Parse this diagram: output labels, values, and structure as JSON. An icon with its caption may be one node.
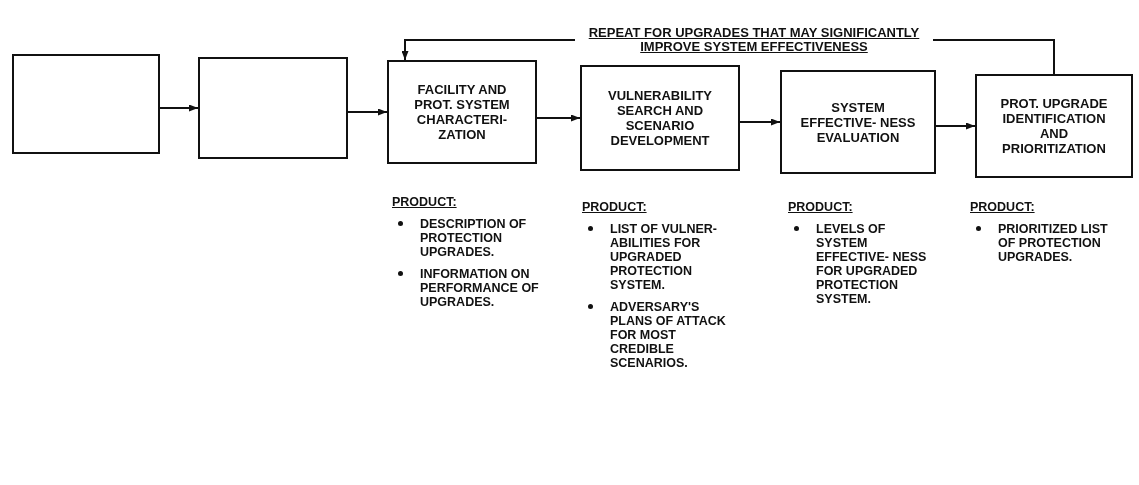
{
  "diagram": {
    "nodes": [
      {
        "text": [],
        "shape": "box"
      },
      {
        "text": [],
        "shape": "box"
      },
      {
        "text": [
          "FACILITY AND PROT. SYSTEM CHARACTERI- ZATION"
        ],
        "beside": [
          "PRODUCT:",
          "DESCRIPTION OF PROTECTION UPGRADES.",
          "INFORMATION ON PERFORMANCE OF UPGRADES."
        ]
      },
      {
        "text": [
          "VULNERABILITY SEARCH AND SCENARIO DEVELOPMENT"
        ],
        "beside": [
          "PRODUCT:",
          "LIST OF VULNER- ABILITIES FOR UPGRADED PROTECTION SYSTEM.",
          "ADVERSARY'S PLANS OF ATTACK FOR MOST CREDIBLE SCENARIOS."
        ]
      },
      {
        "text": [
          "SYSTEM EFFECTIVE- NESS EVALUATION"
        ],
        "beside": [
          "PRODUCT:",
          "LEVELS OF SYSTEM EFFECTIVE- NESS FOR UPGRADED PROTECTION SYSTEM."
        ]
      },
      {
        "text": [
          "PROT. UPGRADE IDENTIFICATION AND PRIORITIZATION"
        ],
        "beside": [
          "PRODUCT:",
          "PRIORITIZED LIST OF PROTECTION UPGRADES."
        ]
      }
    ],
    "edges": [
      {
        "from": 0,
        "to": 1,
        "arrow": "to"
      },
      {
        "from": 1,
        "to": 2,
        "arrow": "to"
      },
      {
        "from": 2,
        "to": 3,
        "arrow": "to"
      },
      {
        "from": 3,
        "to": 4,
        "arrow": "to"
      },
      {
        "from": 4,
        "to": 5,
        "arrow": "to"
      },
      {
        "from": 5,
        "to": 2,
        "arrow": "to",
        "label": "REPEAT FOR UPGRADES THAT MAY SIGNIFICANTLY IMPROVE SYSTEM EFFECTIVENESS"
      }
    ]
  }
}
